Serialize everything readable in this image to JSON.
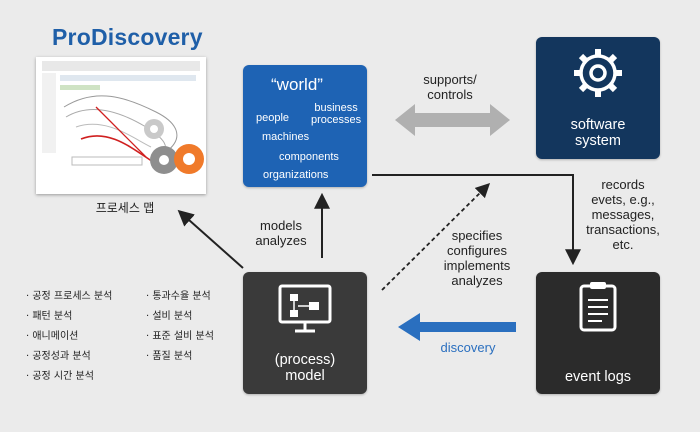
{
  "logo": "ProDiscovery",
  "process_map_label": "프로세스 맵",
  "world": {
    "title": "“world”",
    "items": [
      "people",
      "business processes",
      "machines",
      "components",
      "organizations"
    ],
    "business_line1": "business",
    "business_line2": "processes"
  },
  "software": {
    "line1": "software",
    "line2": "system"
  },
  "model": {
    "line1": "(process)",
    "line2": "model"
  },
  "eventlogs": {
    "label": "event logs"
  },
  "edges": {
    "supports_line1": "supports/",
    "supports_line2": "controls",
    "records": [
      "records",
      "evets, e.g.,",
      "messages,",
      "transactions,",
      "etc."
    ],
    "specifies": [
      "specifies",
      "configures",
      "implements",
      "analyzes"
    ],
    "models_line1": "models",
    "models_line2": "analyzes",
    "discovery": "discovery"
  },
  "features_left": [
    "· 공정 프로세스 분석",
    "· 패턴 분석",
    "· 애니메이션",
    "· 공정성과 분석",
    "· 공정 시간 분석"
  ],
  "features_right": [
    "· 통과수율 분석",
    "· 설비 분석",
    "· 표준 설비 분석",
    "· 품질 분석"
  ],
  "colors": {
    "world": "#1e63b4",
    "software": "#13365d",
    "model": "#3a3a3a",
    "eventlogs": "#2b2b2b",
    "discovery_arrow": "#2a6fbf",
    "logo": "#1f5fa8"
  }
}
